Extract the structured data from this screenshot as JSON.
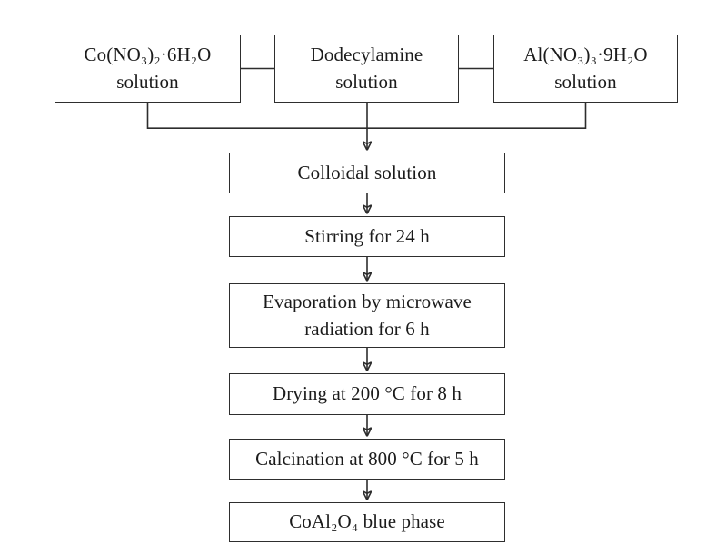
{
  "diagram": {
    "type": "flowchart",
    "colors": {
      "background": "#ffffff",
      "line": "#2d2d2d",
      "box_border": "#2e2e2e",
      "box_fill": "#ffffff",
      "text": "#1b1b1b"
    },
    "inputs": [
      {
        "line1": "Co(NO₃)₂·6H₂O",
        "line2": "solution"
      },
      {
        "line1": "Dodecylamine",
        "line2": "solution"
      },
      {
        "line1": "Al(NO₃)₃·9H₂O",
        "line2": "solution"
      }
    ],
    "steps": [
      {
        "label": "Colloidal solution"
      },
      {
        "label": "Stirring for 24 h"
      },
      {
        "line1": "Evaporation by microwave",
        "line2": "radiation for 6 h"
      },
      {
        "label": "Drying at 200 °C for 8 h"
      },
      {
        "label": "Calcination at 800 °C for 5 h"
      },
      {
        "label": "CoAl₂O₄ blue phase"
      }
    ]
  }
}
